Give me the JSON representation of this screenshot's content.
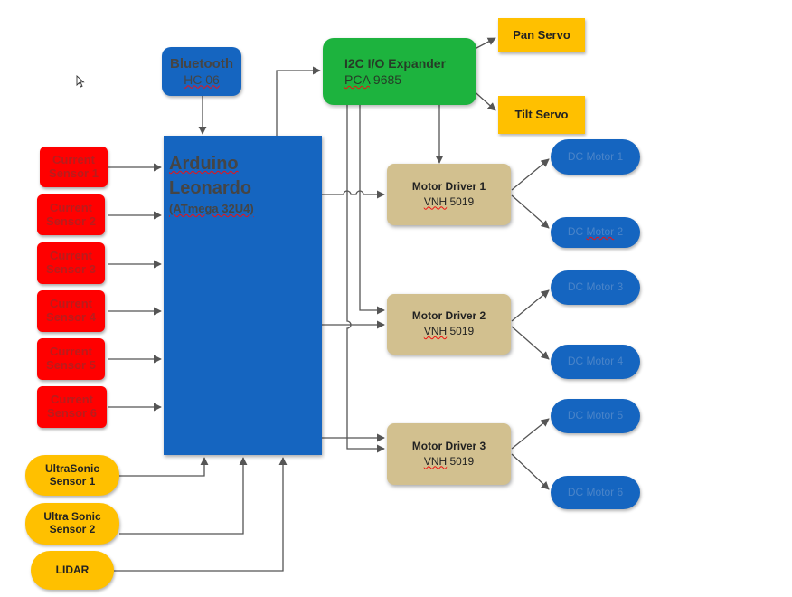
{
  "colors": {
    "controller": "#1565c0",
    "sensor": "#ff0000",
    "sensor_text": "#b91c1c",
    "yellow": "#ffc000",
    "expander": "#1db33e",
    "driver": "#d2c08f",
    "motor": "#1565c0",
    "connector": "#555555"
  },
  "bluetooth": {
    "line1": "Bluetooth",
    "line2": "HC 06"
  },
  "arduino": {
    "line1": "Arduino",
    "line2": "Leonardo",
    "line3": "(ATmega 32U4)"
  },
  "expander": {
    "line1": "I2C I/O Expander",
    "line2_a": "PCA",
    "line2_b": " 9685"
  },
  "servos": [
    {
      "label": "Pan Servo"
    },
    {
      "label": "Tilt Servo"
    }
  ],
  "current_sensors": [
    {
      "line1": "Current",
      "line2": "Sensor 1"
    },
    {
      "line1": "Current",
      "line2": "Sensor 2"
    },
    {
      "line1": "Current",
      "line2": "Sensor 3"
    },
    {
      "line1": "Current",
      "line2": "Sensor 4"
    },
    {
      "line1": "Current",
      "line2": "Sensor 5"
    },
    {
      "line1": "Current",
      "line2": "Sensor 6"
    }
  ],
  "ultrasonic": [
    {
      "line1": "UltraSonic",
      "line2": "Sensor 1"
    },
    {
      "line1": "Ultra Sonic",
      "line2": "Sensor 2"
    }
  ],
  "lidar": {
    "label": "LIDAR"
  },
  "drivers": [
    {
      "title": "Motor Driver 1",
      "sub_a": "VNH",
      "sub_b": " 5019"
    },
    {
      "title": "Motor Driver 2",
      "sub_a": "VNH",
      "sub_b": " 5019"
    },
    {
      "title": "Motor Driver 3",
      "sub_a": "VNH",
      "sub_b": " 5019"
    }
  ],
  "motors": [
    {
      "a": "DC Motor 1",
      "b": ""
    },
    {
      "a": "DC ",
      "b": "Motor",
      "c": " 2"
    },
    {
      "a": "DC Motor 3",
      "b": ""
    },
    {
      "a": "DC Motor 4",
      "b": ""
    },
    {
      "a": "DC Motor 5",
      "b": ""
    },
    {
      "a": "DC Motor 6",
      "b": ""
    }
  ]
}
